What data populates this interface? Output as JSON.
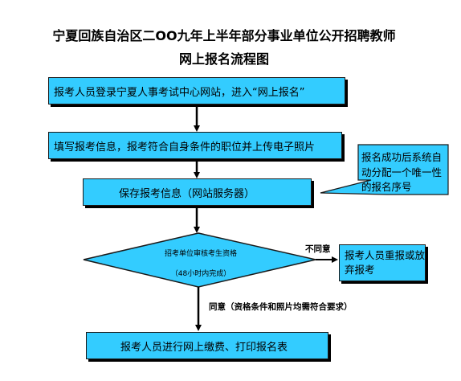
{
  "title": {
    "line1": "宁夏回族自治区二OO九年上半年部分事业单位公开招聘教师",
    "line2": "网上报名流程图"
  },
  "steps": {
    "step1": "报考人员登录宁夏人事考试中心网站，进入“网上报名”",
    "step2": "填写报考信息，报考符合自身条件的职位并上传电子照片",
    "step3": "保存报考信息（网站服务器）",
    "review_line1": "招考单位审核考生资格",
    "review_line2": "（48小时内完成）",
    "step4": "报考人员进行网上缴费、打印报名表"
  },
  "branch": {
    "disagree_label": "不同意",
    "disagree_result": "报考人员重报或放弃报考",
    "agree_label": "同意（资格条件和照片均需符合要求）"
  },
  "callout": {
    "text": "报名成功后系统自动分配一个唯一性的报名序号"
  },
  "colors": {
    "box_fill": "#33ccff",
    "callout_fill": "#33ccff",
    "stroke": "#000000"
  }
}
